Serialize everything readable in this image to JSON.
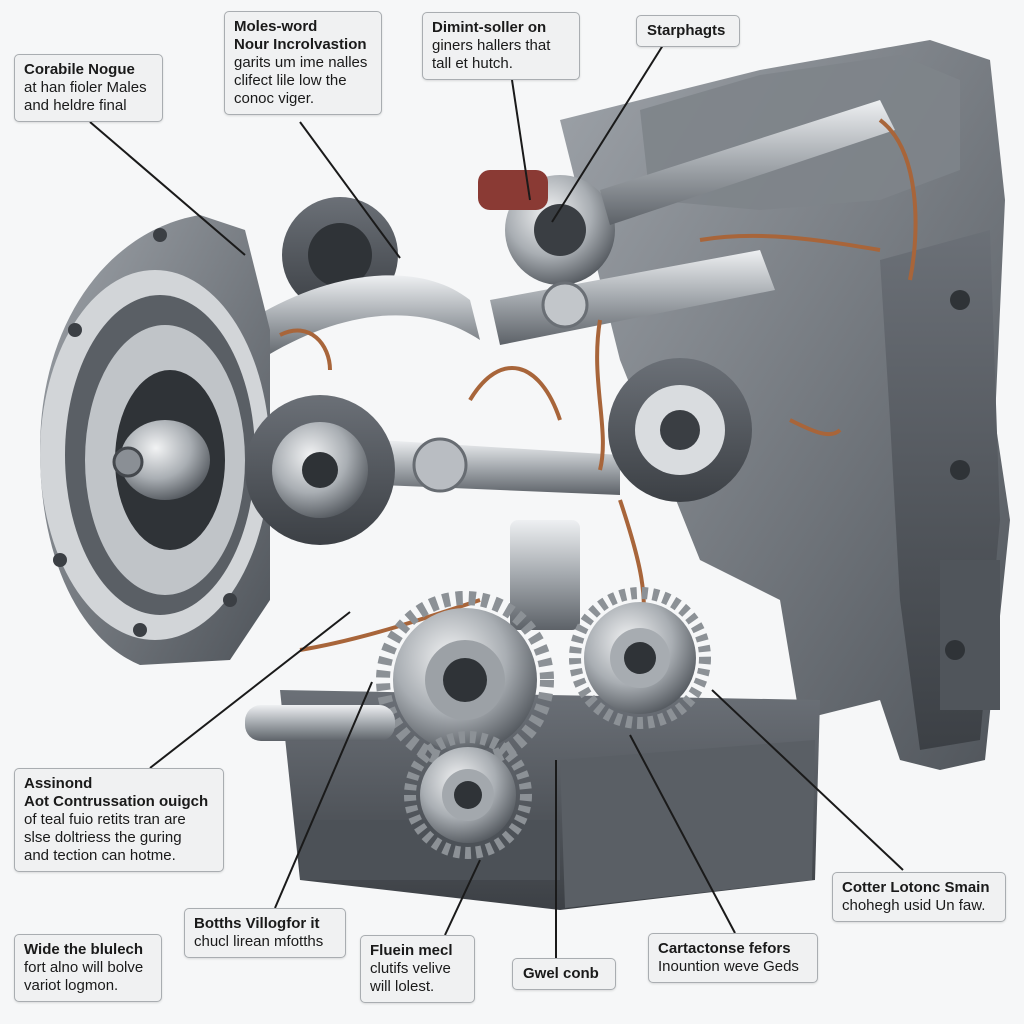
{
  "callouts": {
    "c1": {
      "title": "Corabile Nogue",
      "lines": [
        "at han fioler Males",
        "and heldre final"
      ]
    },
    "c2": {
      "title": "Moles-word",
      "lines": [
        "Nour Incrolvastion",
        "garits um ime nalles",
        "clifect lile low the",
        "conoc viger."
      ]
    },
    "c3": {
      "title": "Dimint-soller on",
      "lines": [
        "giners hallers that",
        "tall et hutch."
      ]
    },
    "c4": {
      "title": "Starphagts",
      "lines": []
    },
    "c5": {
      "title": "Assinond",
      "lines": [
        "Aot Contrussation ouigch",
        "of teal fuio retits tran are",
        "slse doltriess the guring",
        "and tection can hotme."
      ]
    },
    "c6": {
      "title": "Botths Villogfor it",
      "lines": [
        "chucl lirean mfotths"
      ]
    },
    "c7": {
      "title": "Wide the blulech",
      "lines": [
        "fort alno will bolve",
        "variot logmon."
      ]
    },
    "c8": {
      "title": "Fluein mecl",
      "lines": [
        "clutifs velive",
        "will lolest."
      ]
    },
    "c9": {
      "title": "Gwel conb",
      "lines": []
    },
    "c10": {
      "title": "Cartactonse fefors",
      "lines": [
        "Inountion weve Geds"
      ]
    },
    "c11": {
      "title": "Cotter Lotonc Smain",
      "lines": [
        "chohegh usid Un faw."
      ]
    }
  },
  "colors": {
    "engine_light": "#c9ccd0",
    "engine_mid": "#8f949a",
    "engine_dark": "#4a4f55",
    "copper": "#a8653a",
    "panel_bg": "#f0f1f2"
  }
}
